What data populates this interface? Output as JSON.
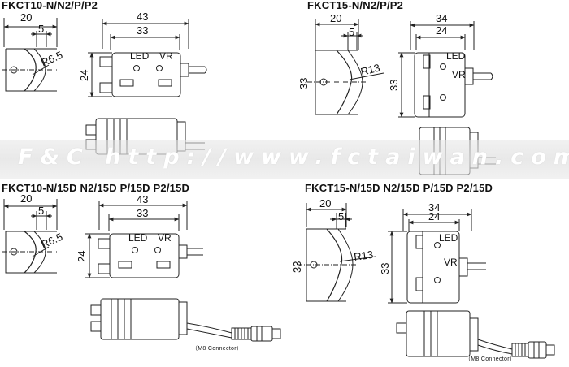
{
  "titles": {
    "tl": "FKCT10-N/N2/P/P2",
    "tr": "FKCT15-N/N2/P/P2",
    "bl": "FKCT10-N/15D N2/15D P/15D P2/15D",
    "br": "FKCT15-N/15D N2/15D P/15D P2/15D"
  },
  "watermark": "F&C http://www.fctaiwan.com",
  "fkct10": {
    "dim_width": "20",
    "dim_gap": "5",
    "radius": "R6.5",
    "dim_length": "43",
    "dim_inner": "33",
    "dim_height": "24"
  },
  "fkct15": {
    "dim_width": "20",
    "dim_gap": "5",
    "radius": "R13",
    "dim_length": "34",
    "dim_inner": "24",
    "dim_height": "33",
    "dim_height_front": "33"
  },
  "indicator": {
    "led": "LED",
    "vr": "VR"
  },
  "connector_caption": "（M8 Connector）"
}
